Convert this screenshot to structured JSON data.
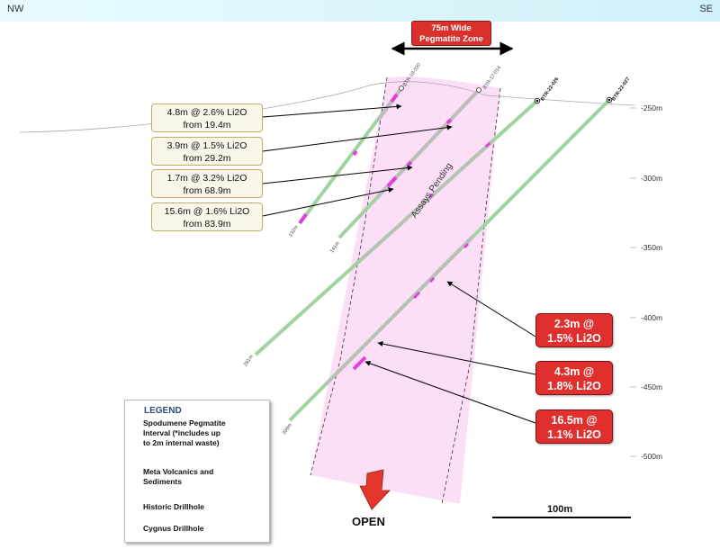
{
  "compass": {
    "left": "NW",
    "right": "SE"
  },
  "zone_label": [
    "75m Wide",
    "Pegmatite Zone"
  ],
  "drillholes": [
    {
      "id": "BTR-19-020",
      "depth_label": "132m"
    },
    {
      "id": "BTR-17-014",
      "depth_label": "141m"
    },
    {
      "id": "BTR-22-026",
      "depth_label": "281m"
    },
    {
      "id": "BTR-22-027",
      "depth_label": "309m"
    }
  ],
  "intercepts_historic": [
    {
      "line1": "4.8m @ 2.6% Li2O",
      "line2": "from 19.4m"
    },
    {
      "line1": "3.9m @ 1.5% Li2O",
      "line2": "from 29.2m"
    },
    {
      "line1": "1.7m @ 3.2% Li2O",
      "line2": "from 68.9m"
    },
    {
      "line1": "15.6m @ 1.6% Li2O",
      "line2": "from 83.9m"
    }
  ],
  "intercepts_new": [
    {
      "line1": "2.3m @",
      "line2": "1.5% Li2O"
    },
    {
      "line1": "4.3m @",
      "line2": "1.8% Li2O"
    },
    {
      "line1": "16.5m @",
      "line2": "1.1% Li2O"
    }
  ],
  "assays_pending": "Assays Pending",
  "elevations": [
    "-250m",
    "-300m",
    "-350m",
    "-400m",
    "-450m",
    "-500m"
  ],
  "legend": {
    "title": "LEGEND",
    "spodumene": [
      "Spodumene Pegmatite",
      "Interval (*includes up",
      "to 2m internal waste)"
    ],
    "meta": [
      "Meta Volcanics and",
      "Sediments"
    ],
    "historic": "Historic Drillhole",
    "cygnus": "Cygnus Drillhole"
  },
  "open_label": "OPEN",
  "scale_label": "100m",
  "colors": {
    "meta_green": "#9fd3a0",
    "spodumene": "#e040e0",
    "zone_fill": "#fbd8f6",
    "red_box": "#e0302e",
    "callout_border": "#c7ab61"
  }
}
